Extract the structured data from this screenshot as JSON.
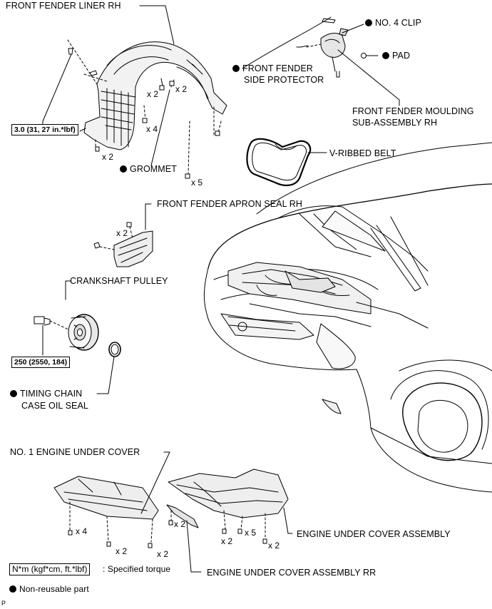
{
  "labels": {
    "front_fender_liner_rh": "FRONT FENDER LINER RH",
    "no4_clip": "NO. 4 CLIP",
    "pad": "PAD",
    "front_fender_side_protector_l1": "FRONT FENDER",
    "front_fender_side_protector_l2": "SIDE PROTECTOR",
    "front_fender_moulding_l1": "FRONT FENDER MOULDING",
    "front_fender_moulding_l2": "SUB-ASSEMBLY RH",
    "v_ribbed_belt": "V-RIBBED BELT",
    "grommet": "GROMMET",
    "front_fender_apron_seal_rh": "FRONT FENDER APRON SEAL RH",
    "crankshaft_pulley": "CRANKSHAFT PULLEY",
    "timing_chain_seal_l1": "TIMING CHAIN",
    "timing_chain_seal_l2": "CASE OIL SEAL",
    "no1_engine_under_cover": "NO. 1 ENGINE UNDER COVER",
    "engine_under_cover_assembly": "ENGINE UNDER COVER ASSEMBLY",
    "engine_under_cover_assembly_rr": "ENGINE UNDER COVER ASSEMBLY RR"
  },
  "torques": {
    "fender_liner": "3.0 (31, 27 in.*lbf)",
    "crankshaft_pulley_bolt": "250 (2550, 184)"
  },
  "quantities": {
    "liner_left_bottom": "x 2",
    "liner_mid_a": "x 2",
    "liner_mid_b": "x 2",
    "liner_x4": "x 4",
    "liner_x5": "x 5",
    "apron_x2": "x 2",
    "uc1_x4": "x 4",
    "uc1_x2_a": "x 2",
    "uc1_x2_b": "x 2",
    "rr_x2": "x 2",
    "assy_x2_a": "x 2",
    "assy_x5": "x 5",
    "assy_x2_b": "x 2"
  },
  "legend": {
    "torque_unit": "N*m (kgf*cm, ft.*lbf)",
    "torque_desc": ": Specified torque",
    "non_reusable": "Non-reusable part"
  },
  "footer_code": "P"
}
